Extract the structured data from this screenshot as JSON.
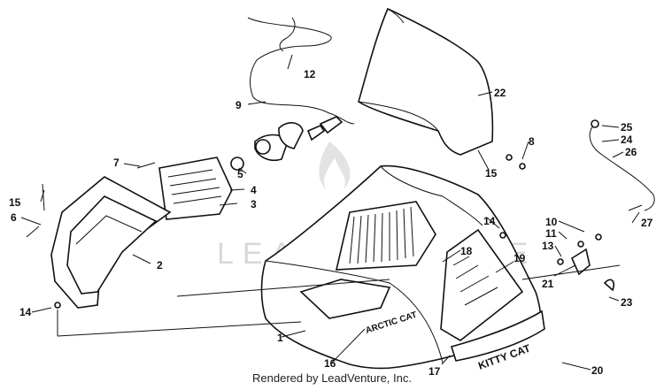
{
  "watermark": {
    "text": "LEADVENTURE"
  },
  "hood_printing": {
    "front": "ARCTIC CAT",
    "side": "KITTY CAT"
  },
  "footer": {
    "text": "Rendered by LeadVenture, Inc."
  },
  "callouts": {
    "c1": "1",
    "c2": "2",
    "c3": "3",
    "c4": "4",
    "c5": "5",
    "c6": "6",
    "c7": "7",
    "c8": "8",
    "c9": "9",
    "c10": "10",
    "c11": "11",
    "c12": "12",
    "c13": "13",
    "c14a": "14",
    "c14b": "14",
    "c15a": "15",
    "c15b": "15",
    "c16": "16",
    "c17": "17",
    "c18": "18",
    "c19": "19",
    "c20": "20",
    "c21": "21",
    "c22": "22",
    "c23": "23",
    "c24": "24",
    "c25": "25",
    "c26": "26",
    "c27": "27"
  }
}
